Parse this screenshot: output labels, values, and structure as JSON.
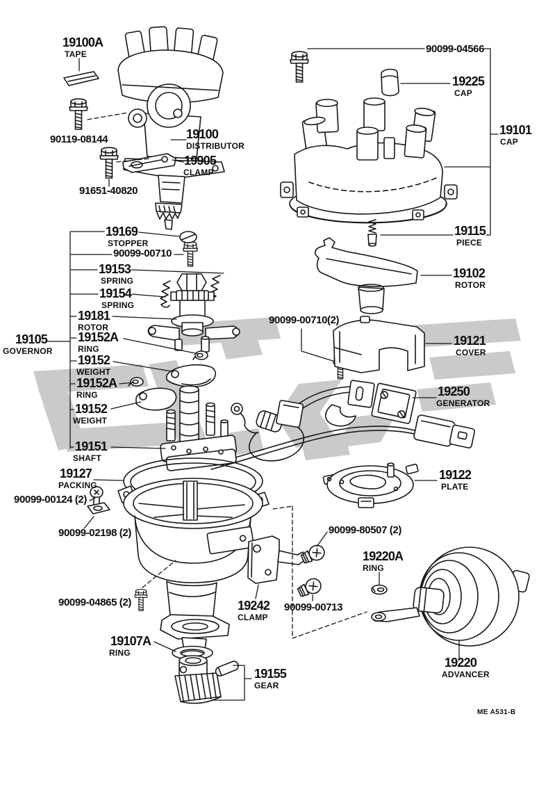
{
  "page": {
    "figure_code": "ME A531-B"
  },
  "colors": {
    "background": "#ffffff",
    "line": "#161616",
    "watermark": "#cacaca",
    "text": "#0d0d0d"
  },
  "parts": {
    "tape_19100a": {
      "number": "19100A",
      "caption": "TAPE"
    },
    "bolt_90119_08144": {
      "number": "90119-08144"
    },
    "distributor_19100": {
      "number": "19100",
      "caption": "DISTRIBUTOR"
    },
    "clamp_19905": {
      "number": "19905",
      "caption": "CLAMP"
    },
    "bolt_91651_40820": {
      "number": "91651-40820"
    },
    "bolt_90099_04566": {
      "number": "90099-04566"
    },
    "cap_19225": {
      "number": "19225",
      "caption": "CAP"
    },
    "cap_19101": {
      "number": "19101",
      "caption": "CAP"
    },
    "piece_19115": {
      "number": "19115",
      "caption": "PIECE"
    },
    "rotor_19102": {
      "number": "19102",
      "caption": "ROTOR"
    },
    "stopper_19169": {
      "number": "19169",
      "caption": "STOPPER"
    },
    "bolt_90099_00710": {
      "number": "90099-00710"
    },
    "spring_19153": {
      "number": "19153",
      "caption": "SPRING"
    },
    "spring_19154": {
      "number": "19154",
      "caption": "SPRING"
    },
    "rotor_19181": {
      "number": "19181",
      "caption": "ROTOR"
    },
    "governor_19105": {
      "number": "19105",
      "caption": "GOVERNOR"
    },
    "ring_19152a_upper": {
      "number": "19152A",
      "caption": "RING"
    },
    "weight_19152_upper": {
      "number": "19152",
      "caption": "WEIGHT"
    },
    "ring_19152a_lower": {
      "number": "19152A",
      "caption": "RING"
    },
    "weight_19152_lower": {
      "number": "19152",
      "caption": "WEIGHT"
    },
    "shaft_19151": {
      "number": "19151",
      "caption": "SHAFT"
    },
    "bolt_90099_00710_2": {
      "number": "90099-00710(2)"
    },
    "cover_19121": {
      "number": "19121",
      "caption": "COVER"
    },
    "generator_19250": {
      "number": "19250",
      "caption": "GENERATOR"
    },
    "plate_19122": {
      "number": "19122",
      "caption": "PLATE"
    },
    "packing_19127": {
      "number": "19127",
      "caption": "PACKING"
    },
    "screw_90099_00124": {
      "number": "90099-00124 (2)"
    },
    "screw_90099_02198": {
      "number": "90099-02198 (2)"
    },
    "screw_90099_80507": {
      "number": "90099-80507 (2)"
    },
    "ring_19220a": {
      "number": "19220A",
      "caption": "RING"
    },
    "bolt_90099_04865": {
      "number": "90099-04865 (2)"
    },
    "clamp_19242": {
      "number": "19242",
      "caption": "CLAMP"
    },
    "screw_90099_00713": {
      "number": "90099-00713"
    },
    "ring_19107a": {
      "number": "19107A",
      "caption": "RING"
    },
    "gear_19155": {
      "number": "19155",
      "caption": "GEAR"
    },
    "advancer_19220": {
      "number": "19220",
      "caption": "ADVANCER"
    }
  }
}
